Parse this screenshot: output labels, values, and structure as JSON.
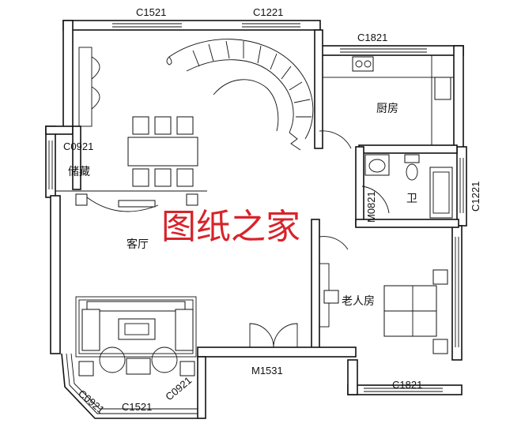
{
  "rooms": {
    "storage": "储藏",
    "living_room": "客厅",
    "kitchen": "厨房",
    "bathroom": "卫",
    "elder_room": "老人房"
  },
  "codes": {
    "top_c1521": "C1521",
    "top_c1221": "C1221",
    "kitchen_c1821": "C1821",
    "left_c0921": "C0921",
    "bath_m0821": "M0821",
    "right_c1221": "C1221",
    "door_m1531": "M1531",
    "bottom_c1821": "C1821",
    "bay_c0921_left": "C0921",
    "bay_c1521": "C1521",
    "bay_c0921_right": "C0921"
  },
  "watermark": "图纸之家",
  "colors": {
    "lines": "#111111",
    "watermark": "#d8232a",
    "background": "#ffffff"
  }
}
